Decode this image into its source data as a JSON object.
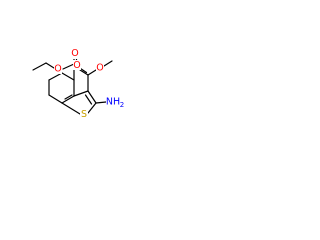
{
  "structure": {
    "atoms": {
      "oxygen_red": "O",
      "sulfur": "S",
      "amine": "NH",
      "amine_subscript": "2"
    },
    "colors": {
      "bond": "#000000",
      "oxygen": "#ff0000",
      "sulfur": "#c8a000",
      "nitrogen": "#0000ff",
      "background": "#ffffff"
    }
  }
}
